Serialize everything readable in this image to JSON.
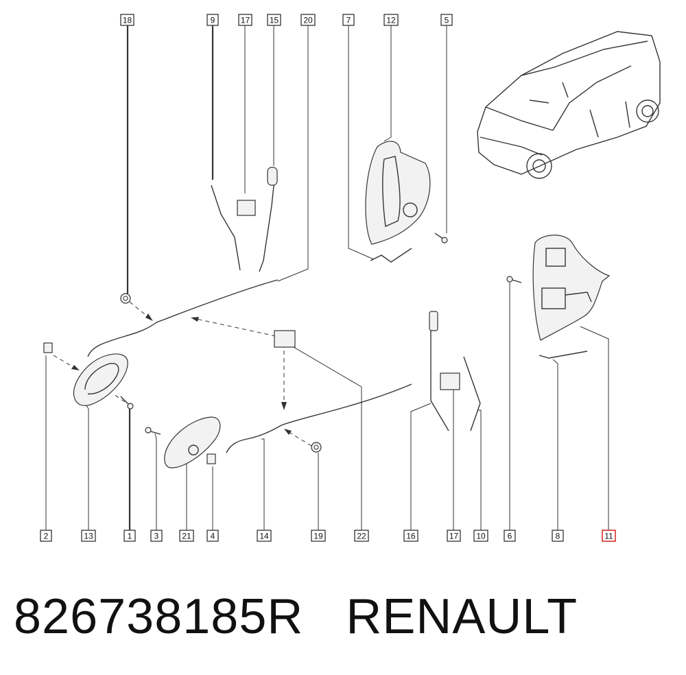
{
  "diagram": {
    "callouts_top": [
      {
        "id": "c18",
        "label": "18"
      },
      {
        "id": "c9",
        "label": "9"
      },
      {
        "id": "c17a",
        "label": "17"
      },
      {
        "id": "c15",
        "label": "15"
      },
      {
        "id": "c20",
        "label": "20"
      },
      {
        "id": "c7",
        "label": "7"
      },
      {
        "id": "c12",
        "label": "12"
      },
      {
        "id": "c5",
        "label": "5"
      }
    ],
    "callouts_bottom": [
      {
        "id": "c2",
        "label": "2"
      },
      {
        "id": "c13",
        "label": "13"
      },
      {
        "id": "c1",
        "label": "1"
      },
      {
        "id": "c3",
        "label": "3"
      },
      {
        "id": "c21",
        "label": "21"
      },
      {
        "id": "c4",
        "label": "4"
      },
      {
        "id": "c14",
        "label": "14"
      },
      {
        "id": "c19",
        "label": "19"
      },
      {
        "id": "c22",
        "label": "22"
      },
      {
        "id": "c16",
        "label": "16"
      },
      {
        "id": "c17b",
        "label": "17"
      },
      {
        "id": "c10",
        "label": "10"
      },
      {
        "id": "c6",
        "label": "6"
      },
      {
        "id": "c8",
        "label": "8"
      },
      {
        "id": "c11",
        "label": "11",
        "highlighted": true
      }
    ],
    "highlight_color": "#d9302a"
  },
  "caption": {
    "part_number": "826738185R",
    "brand": "RENAULT"
  }
}
